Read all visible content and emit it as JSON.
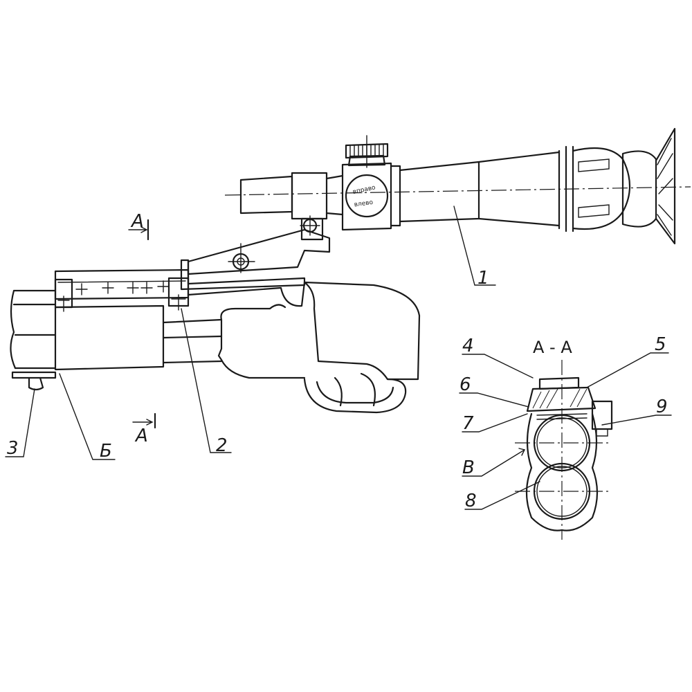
{
  "figure": {
    "labels": {
      "p1": "1",
      "p2": "2",
      "p3": "3",
      "p4": "4",
      "p5": "5",
      "p6": "6",
      "p7": "7",
      "p8": "8",
      "p9": "9",
      "b": "Б",
      "v": "В"
    },
    "section_marks": {
      "top": "А",
      "bottom": "А",
      "title": "А - А"
    },
    "turret_text": {
      "upper": "вправо",
      "lower": "влево"
    }
  }
}
